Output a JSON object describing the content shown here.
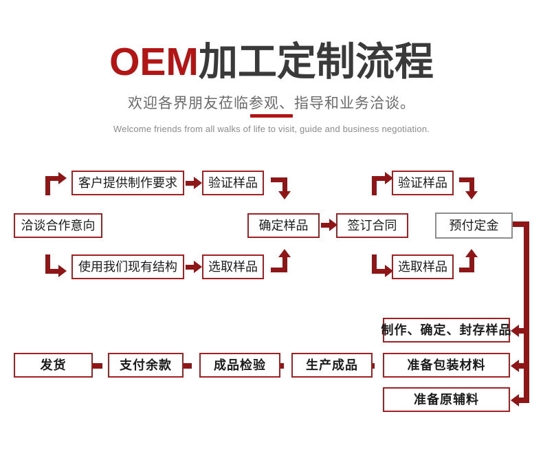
{
  "header": {
    "title_accent": "OEM",
    "title_main": "加工定制流程",
    "subtitle": "欢迎各界朋友莅临参观、指导和业务洽谈。",
    "subtitle_en": "Welcome friends from all walks of life to visit, guide and business negotiation.",
    "accent_color": "#B31414"
  },
  "flow": {
    "box_border_color": "#A32020",
    "box_border_color_alt": "#8C8C8C",
    "arrow_color": "#8E1616",
    "nodes": {
      "customer_requirement": "客户提供制作要求",
      "verify_sample_1": "验证样品",
      "negotiate_cooperation": "洽谈合作意向",
      "confirm_sample": "确定样品",
      "sign_contract": "签订合同",
      "use_existing_structure": "使用我们现有结构",
      "select_sample_1": "选取样品",
      "verify_sample_2": "验证样品",
      "prepay_deposit": "预付定金",
      "select_sample_2": "选取样品",
      "make_confirm_seal_sample": "制作、确定、封存样品",
      "prepare_packaging_material": "准备包装材料",
      "prepare_raw_material": "准备原辅料",
      "produce_finished_goods": "生产成品",
      "finished_goods_inspection": "成品检验",
      "pay_balance": "支付余款",
      "ship_goods": "发货"
    }
  }
}
